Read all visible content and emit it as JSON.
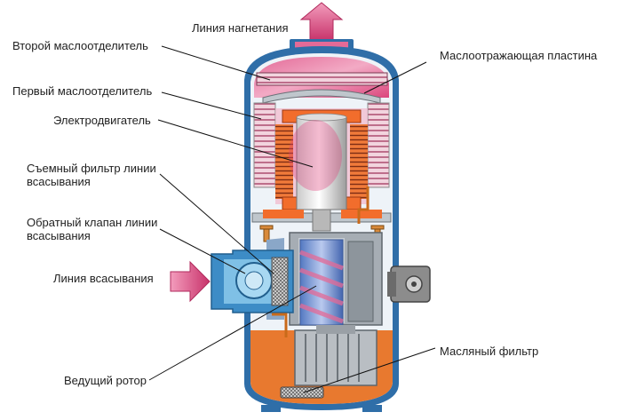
{
  "labels": {
    "discharge_line": "Линия нагнетания",
    "second_oil_separator": "Второй маслоотделитель",
    "oil_deflector_plate": "Маслоотражающая пластина",
    "first_oil_separator": "Первый маслоотделитель",
    "electric_motor": "Электродвигатель",
    "suction_filter": "Съемный фильтр линии\nвсасывания",
    "suction_check_valve": "Обратный клапан линии\nвсасывания",
    "suction_line": "Линия всасывания",
    "oil_filter": "Масляный фильтр",
    "drive_rotor": "Ведущий ротор"
  },
  "colors": {
    "shell": "#2f6ea8",
    "shell_fill": "#eef3f8",
    "oil": "#e8792f",
    "gas_pink": "#e0407a",
    "arrow_pink": "#d23a6f",
    "motor_orange": "#f26d2c",
    "steel": "#9ea6ad",
    "rotor_blue": "#6d8fd0",
    "leader": "#111111"
  }
}
